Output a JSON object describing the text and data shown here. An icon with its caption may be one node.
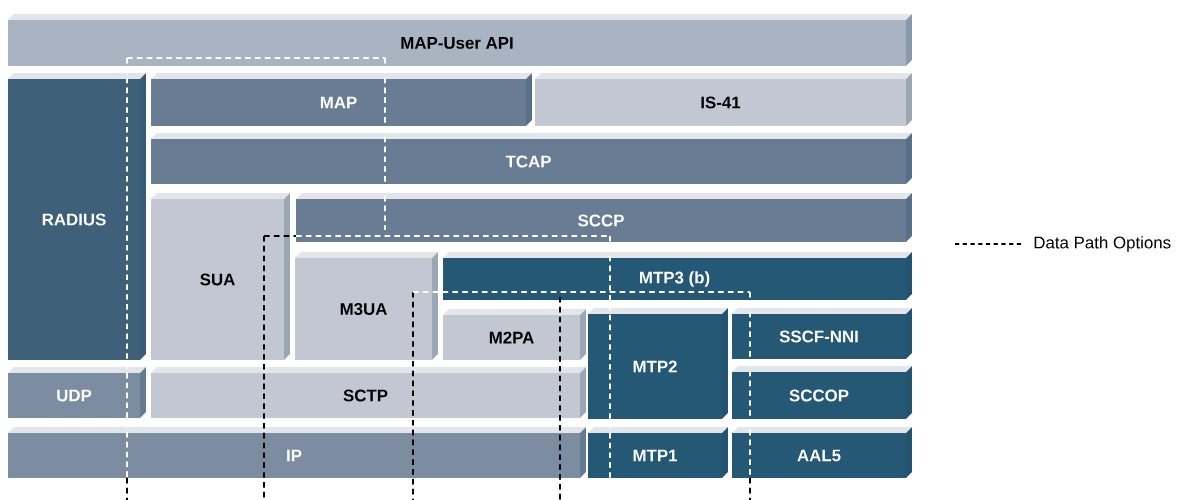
{
  "diagram": {
    "nodes": [
      {
        "text": [
          "MAP-User API"
        ]
      },
      {
        "text": [
          "RADIUS"
        ]
      },
      {
        "text": [
          "MAP"
        ]
      },
      {
        "text": [
          "IS-41"
        ]
      },
      {
        "text": [
          "TCAP"
        ]
      },
      {
        "text": [
          "SUA"
        ]
      },
      {
        "text": [
          "SCCP"
        ]
      },
      {
        "text": [
          "M3UA"
        ]
      },
      {
        "text": [
          "MTP3 (b)"
        ]
      },
      {
        "text": [
          "M2PA"
        ]
      },
      {
        "text": [
          "SSCF-NNI"
        ]
      },
      {
        "text": [
          "MTP2"
        ]
      },
      {
        "text": [
          "UDP"
        ]
      },
      {
        "text": [
          "SCTP"
        ]
      },
      {
        "text": [
          "SCCOP"
        ]
      },
      {
        "text": [
          "IP"
        ]
      },
      {
        "text": [
          "MTP1"
        ]
      },
      {
        "text": [
          "AAL5"
        ]
      }
    ],
    "legend": [
      {
        "text": "Data Path Options"
      }
    ]
  }
}
